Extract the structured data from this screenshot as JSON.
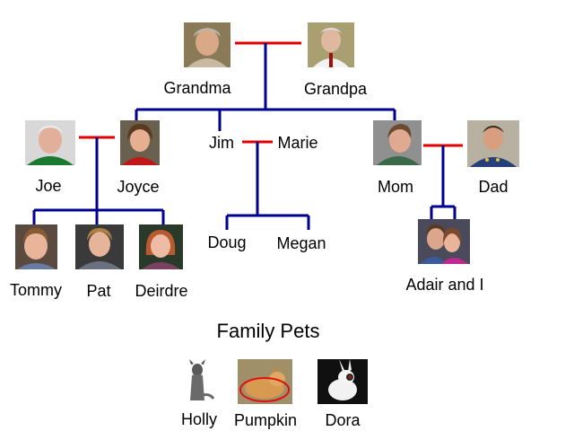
{
  "people": {
    "grandma": "Grandma",
    "grandpa": "Grandpa",
    "joe": "Joe",
    "joyce": "Joyce",
    "jim": "Jim",
    "marie": "Marie",
    "mom": "Mom",
    "dad": "Dad",
    "tommy": "Tommy",
    "pat": "Pat",
    "deirdre": "Deirdre",
    "doug": "Doug",
    "megan": "Megan",
    "adair_and_i": "Adair and I"
  },
  "pets": {
    "title": "Family Pets",
    "holly": "Holly",
    "pumpkin": "Pumpkin",
    "dora": "Dora"
  },
  "colors": {
    "marriage_line": "#e00000",
    "descent_line": "#000090"
  }
}
